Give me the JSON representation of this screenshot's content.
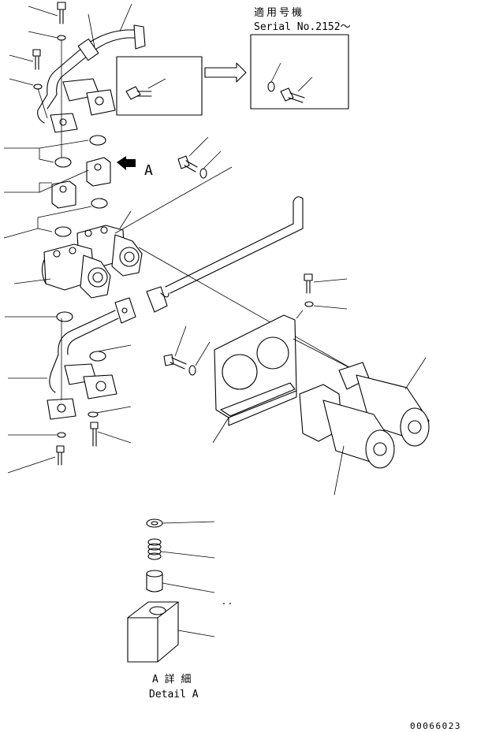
{
  "serial_note": {
    "title": "適用号機",
    "serial": "Serial No.2152～"
  },
  "view_marker": {
    "letter": "A"
  },
  "detail": {
    "title": "A 詳 細",
    "subtitle": "Detail A"
  },
  "drawing_number": "00066023"
}
